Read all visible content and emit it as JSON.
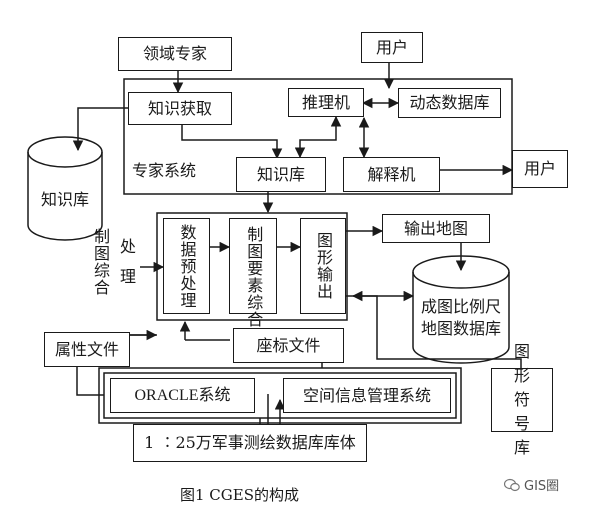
{
  "nodes": {
    "domain_expert": "领域专家",
    "user_top": "用户",
    "knowledge_acquisition": "知识获取",
    "inference_engine": "推理机",
    "dynamic_database": "动态数据库",
    "expert_system": "专家系统",
    "knowledge_base_box": "知识库",
    "explanation_engine": "解释机",
    "user_right": "用户",
    "knowledge_base_cylinder": "知识库",
    "map_processing": "制图综合",
    "processing": "处理",
    "data_preprocessing": "数据预处理",
    "map_element_generalization": "制图要素综合",
    "graphic_output": "图形输出",
    "output_map": "输出地图",
    "scale_map_database_line1": "成图比例尺",
    "scale_map_database_line2": "地图数据库",
    "attribute_file": "属性文件",
    "coordinate_file": "座标文件",
    "oracle_system": "ORACLE系统",
    "spatial_info_system": "空间信息管理系统",
    "symbol_library": "图形符号库",
    "database_body": "1 ∶25万军事测绘数据库库体"
  },
  "caption": "图1   CGES的构成",
  "watermark": "GIS圈"
}
